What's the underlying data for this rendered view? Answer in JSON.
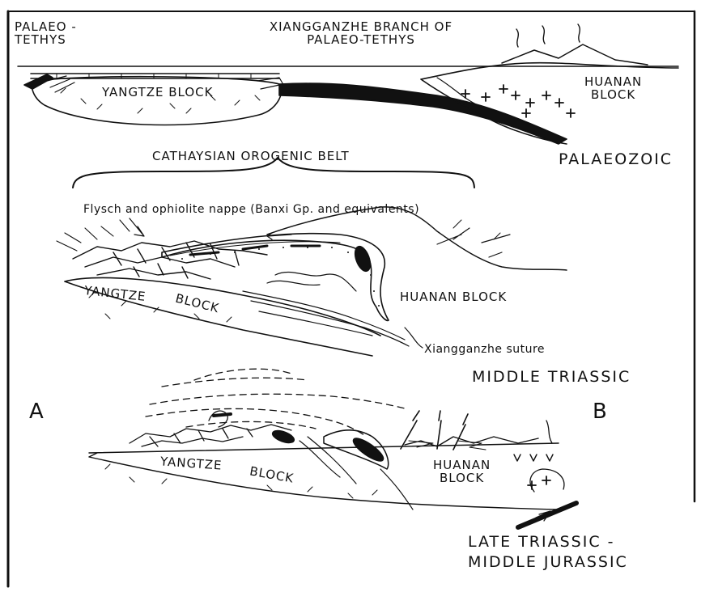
{
  "labels": {
    "palaeo_tethys": "PALAEO -\nTETHYS",
    "xiangganzhe_branch": "XIANGGANZHE BRANCH OF\nPALAEO-TETHYS",
    "yangtze_block_1": "YANGTZE BLOCK",
    "huanan_block_1": "HUANAN\nBLOCK",
    "palaeozoic": "PALAEOZOIC",
    "cathaysian_belt": "CATHAYSIAN OROGENIC BELT",
    "flysch_nappe": "Flysch and ophiolite nappe (Banxi Gp. and equivalents)",
    "yangtze_block_2_a": "YANGTZE",
    "yangtze_block_2_b": "BLOCK",
    "huanan_block_2": "HUANAN BLOCK",
    "xiangganzhe_suture": "Xiangganzhe suture",
    "middle_triassic": "MIDDLE TRIASSIC",
    "point_a": "A",
    "point_b": "B",
    "yangtze_block_3_a": "YANGTZE",
    "yangtze_block_3_b": "BLOCK",
    "huanan_block_3": "HUANAN\nBLOCK",
    "late_triassic_jurassic": "LATE TRIASSIC -\nMIDDLE JURASSIC"
  },
  "colors": {
    "ink": "#111111",
    "paper": "#ffffff"
  }
}
